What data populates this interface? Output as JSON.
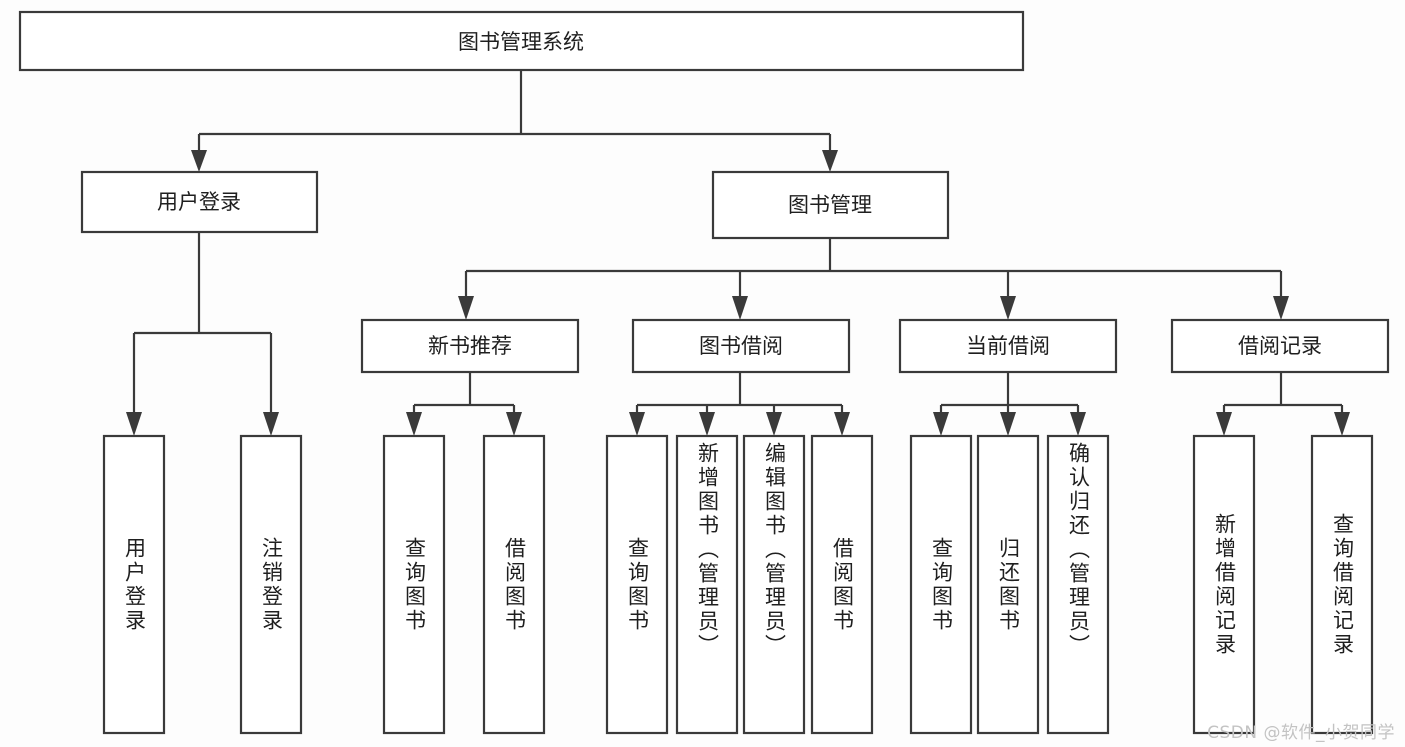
{
  "diagram": {
    "type": "tree-hierarchy-chart",
    "title": "图书管理系统",
    "orientation": "top-down",
    "colors": {
      "box_stroke": "#3a3a3a",
      "box_fill": "#ffffff",
      "connector": "#3a3a3a",
      "text": "#1f1f1f",
      "background": "#fdfdfd",
      "watermark": "#c3c3c3"
    }
  },
  "root": {
    "label": "图书管理系统"
  },
  "level2": [
    {
      "id": "user-login",
      "label": "用户登录"
    },
    {
      "id": "book-management",
      "label": "图书管理"
    }
  ],
  "level3": [
    {
      "id": "new-book-recommend",
      "label": "新书推荐",
      "parent": "book-management"
    },
    {
      "id": "book-borrow",
      "label": "图书借阅",
      "parent": "book-management"
    },
    {
      "id": "current-borrow",
      "label": "当前借阅",
      "parent": "book-management"
    },
    {
      "id": "borrow-record",
      "label": "借阅记录",
      "parent": "book-management"
    }
  ],
  "leaves": {
    "user_login": [
      {
        "id": "leaf-user-login",
        "label": "用户登录"
      },
      {
        "id": "leaf-user-logout",
        "label": "注销登录"
      }
    ],
    "new_book_recommend": [
      {
        "id": "leaf-query-book-1",
        "label": "查询图书"
      },
      {
        "id": "leaf-borrow-book-1",
        "label": "借阅图书"
      }
    ],
    "book_borrow": [
      {
        "id": "leaf-query-book-2",
        "label": "查询图书"
      },
      {
        "id": "leaf-add-book",
        "label": "新增图书（管理员）"
      },
      {
        "id": "leaf-edit-book",
        "label": "编辑图书（管理员）"
      },
      {
        "id": "leaf-borrow-book-2",
        "label": "借阅图书"
      }
    ],
    "current_borrow": [
      {
        "id": "leaf-query-book-3",
        "label": "查询图书"
      },
      {
        "id": "leaf-return-book",
        "label": "归还图书"
      },
      {
        "id": "leaf-confirm-return",
        "label": "确认归还（管理员）"
      }
    ],
    "borrow_record": [
      {
        "id": "leaf-add-record",
        "label": "新增借阅记录"
      },
      {
        "id": "leaf-query-record",
        "label": "查询借阅记录"
      }
    ]
  },
  "watermark": {
    "text": "CSDN @软件_小贺同学"
  }
}
